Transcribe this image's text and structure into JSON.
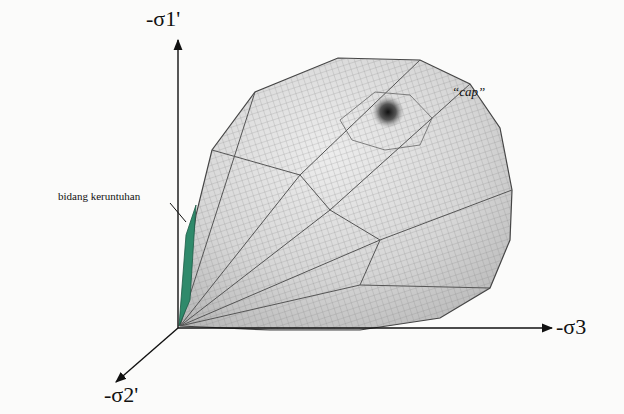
{
  "diagram": {
    "labels": [
      "-σ1'",
      "“cap”",
      "bidang keruntuhan",
      "-σ3",
      "-σ2'"
    ]
  }
}
